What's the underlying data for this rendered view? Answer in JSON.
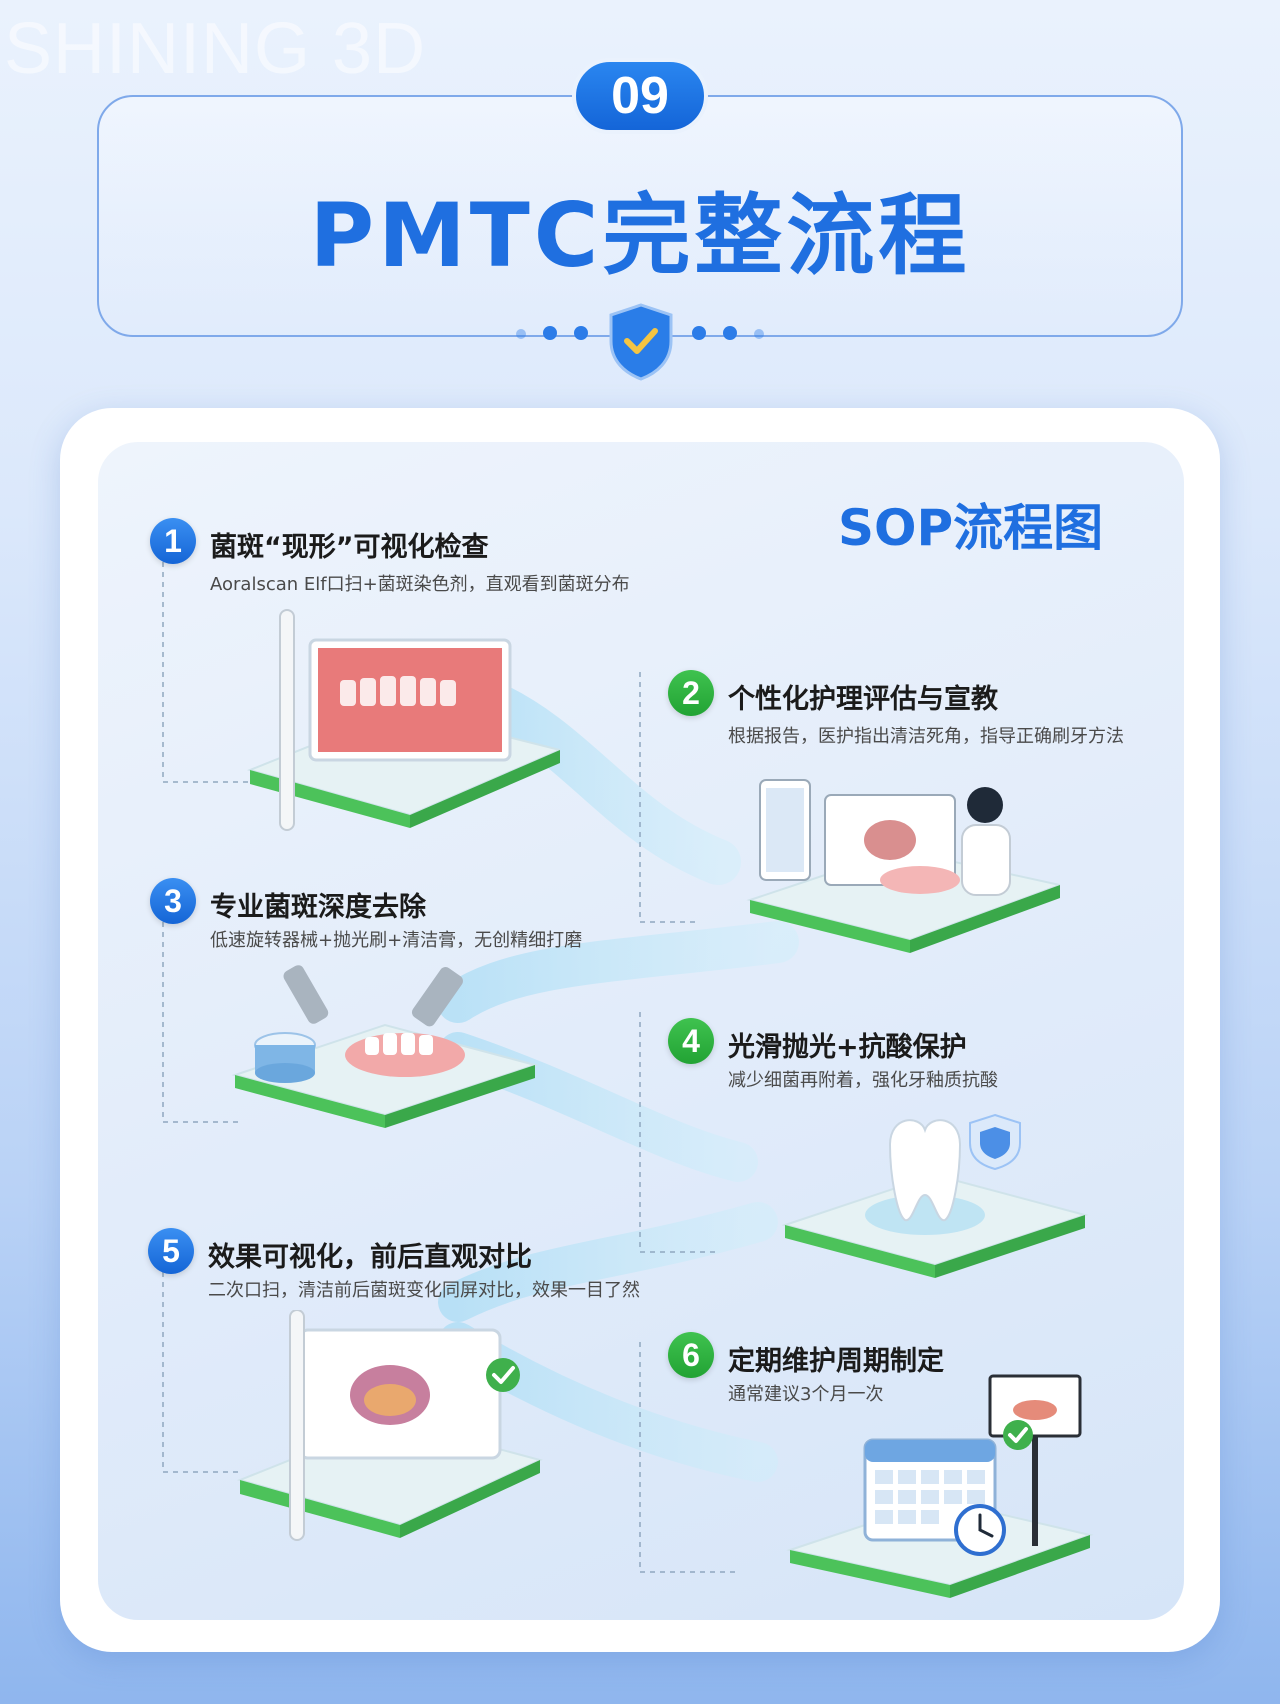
{
  "watermark": "SHINING 3D",
  "header": {
    "number": "09",
    "title": "PMTC完整流程"
  },
  "diagram": {
    "title": "SOP流程图",
    "steps": [
      {
        "num": "1",
        "title": "菌斑“现形”可视化检查",
        "desc": "Aoralscan Elf口扫+菌斑染色剂，直观看到菌斑分布"
      },
      {
        "num": "2",
        "title": "个性化护理评估与宣教",
        "desc": "根据报告，医护指出清洁死角，指导正确刷牙方法"
      },
      {
        "num": "3",
        "title": "专业菌斑深度去除",
        "desc": "低速旋转器械+抛光刷+清洁膏，无创精细打磨"
      },
      {
        "num": "4",
        "title": "光滑抛光+抗酸保护",
        "desc": "减少细菌再附着，强化牙釉质抗酸"
      },
      {
        "num": "5",
        "title": "效果可视化，前后直观对比",
        "desc": "二次口扫，清洁前后菌斑变化同屏对比，效果一目了然"
      },
      {
        "num": "6",
        "title": "定期维护周期制定",
        "desc": "通常建议3个月一次"
      }
    ]
  },
  "colors": {
    "primary_blue": "#1f6fe0",
    "step_blue": "#1565d6",
    "step_green": "#22a334",
    "platform_green": "#4cc25a"
  }
}
